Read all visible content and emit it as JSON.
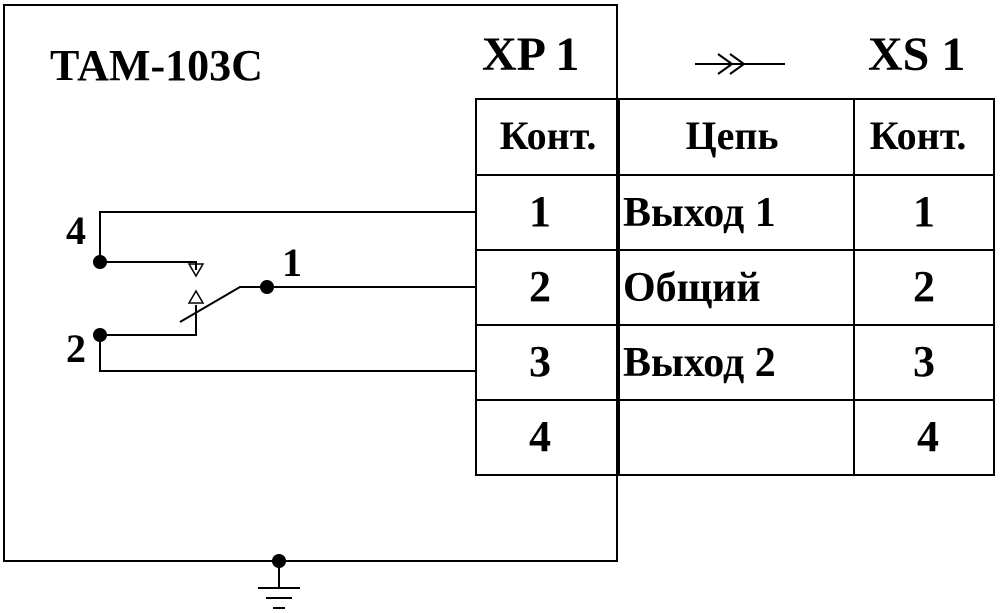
{
  "device": {
    "model": "ТАМ-103С",
    "terminals": [
      {
        "number": "4"
      },
      {
        "number": "2"
      },
      {
        "number": "1"
      }
    ]
  },
  "connector": {
    "plug": "XP 1",
    "socket": "XS 1"
  },
  "table": {
    "headers": [
      "Конт.",
      "Цепь",
      "Конт."
    ],
    "rows": [
      {
        "plug_contact": "1",
        "circuit": "Выход 1",
        "socket_contact": "1"
      },
      {
        "plug_contact": "2",
        "circuit": "Общий",
        "socket_contact": "2"
      },
      {
        "plug_contact": "3",
        "circuit": "Выход 2",
        "socket_contact": "3"
      },
      {
        "plug_contact": "4",
        "circuit": "",
        "socket_contact": "4"
      }
    ]
  },
  "icons": [
    "connector-arrow-icon",
    "ground-icon",
    "switch-contact-icon"
  ]
}
